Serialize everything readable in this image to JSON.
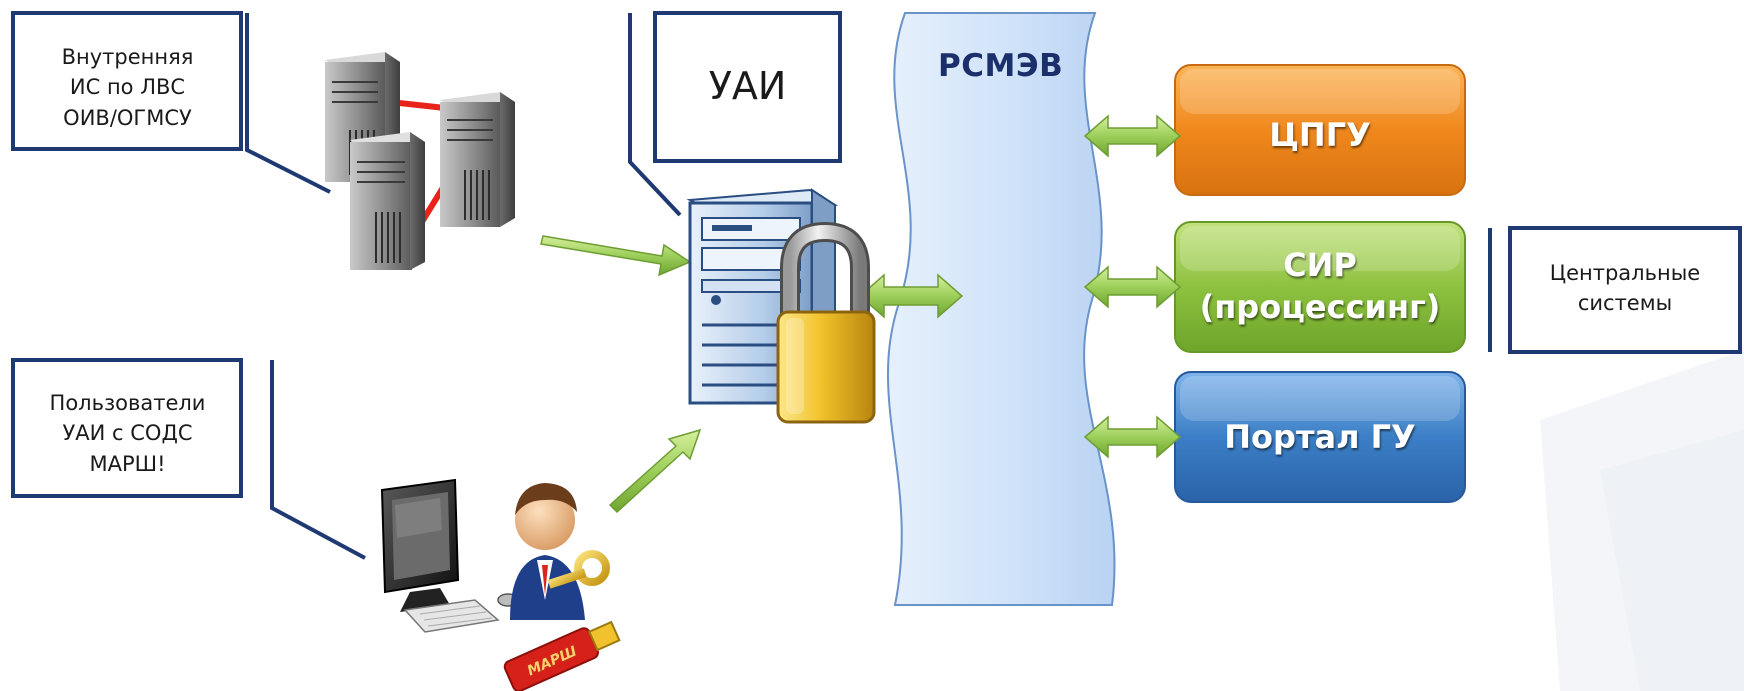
{
  "callouts": {
    "inner_is": "Внутренняя\nИС по ЛВС\nОИВ/ОГМСУ",
    "users": "Пользователи\nУАИ с СОДС\nМАРШ!",
    "uai": "УАИ",
    "central": "Центральные\nсистемы"
  },
  "bus": {
    "label": "РСМЭВ"
  },
  "systems": {
    "cpgu": "ЦПГУ",
    "sir": "СИР\n(процессинг)",
    "portal": "Портал ГУ"
  },
  "token": {
    "label": "МАРШ"
  },
  "colors": {
    "callout_border": "#1f3a73",
    "bus_fill": "#cfe2f8",
    "bus_stroke": "#6a93c9",
    "cpgu": "#f08a1e",
    "sir": "#8dc13f",
    "portal": "#3c7fc6",
    "arrow": "#9ccf5a",
    "connector_red": "#e8231a"
  },
  "icons": {
    "servers": "server-cluster-icon",
    "secure_server": "locked-server-icon",
    "user_workstation": "user-workstation-icon",
    "usb_token": "usb-token-icon"
  }
}
